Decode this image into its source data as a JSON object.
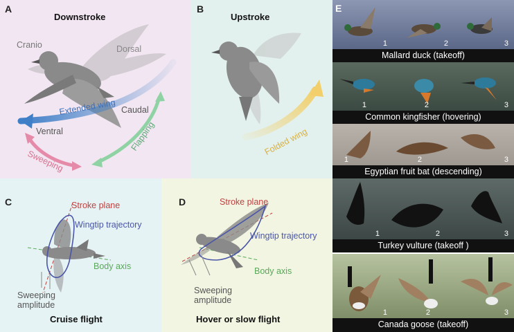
{
  "panelA": {
    "letter": "A",
    "title": "Downstroke",
    "labels": {
      "cranio": "Cranio",
      "dorsal": "Dorsal",
      "caudal": "Caudal",
      "ventral": "Ventral",
      "extended_wing": "Extended wing",
      "sweeping": "Sweeping",
      "flapping": "Flapping"
    },
    "colors": {
      "background": "#f1e6f1",
      "extended_wing": "#3f7fc8",
      "sweeping": "#e58aa8",
      "flapping": "#8fd2a3"
    }
  },
  "panelB": {
    "letter": "B",
    "title": "Upstroke",
    "labels": {
      "folded_wing": "Folded wing"
    },
    "colors": {
      "background": "#e3f1ee",
      "folded_wing": "#f2cf6a"
    }
  },
  "panelC": {
    "letter": "C",
    "title": "Cruise flight",
    "labels": {
      "stroke_plane": "Stroke plane",
      "wingtip_trajectory": "Wingtip trajectory",
      "body_axis": "Body axis",
      "sweeping_amplitude": "Sweeping\namplitude"
    },
    "colors": {
      "background": "#e6f3f4",
      "stroke_plane": "#c04040",
      "wingtip_trajectory": "#4a55a8",
      "body_axis": "#5aa85a"
    }
  },
  "panelD": {
    "letter": "D",
    "title": "Hover or slow flight",
    "labels": {
      "stroke_plane": "Stroke plane",
      "wingtip_trajectory": "Wingtip trajectory",
      "body_axis": "Body axis",
      "sweeping_amplitude": "Sweeping\namplitude"
    },
    "colors": {
      "background": "#f1f5e1"
    }
  },
  "panelE": {
    "letter": "E",
    "rows": [
      {
        "caption": "Mallard duck (takeoff)",
        "frames": [
          "1",
          "2",
          "3"
        ]
      },
      {
        "caption": "Common kingfisher (hovering)",
        "frames": [
          "1",
          "2",
          "3"
        ]
      },
      {
        "caption": "Egyptian fruit bat (descending)",
        "frames": [
          "1",
          "2",
          "3"
        ]
      },
      {
        "caption": "Turkey vulture (takeoff )",
        "frames": [
          "1",
          "2",
          "3"
        ]
      },
      {
        "caption": "Canada goose (takeoff)",
        "frames": [
          "1",
          "2",
          "3"
        ]
      }
    ]
  }
}
